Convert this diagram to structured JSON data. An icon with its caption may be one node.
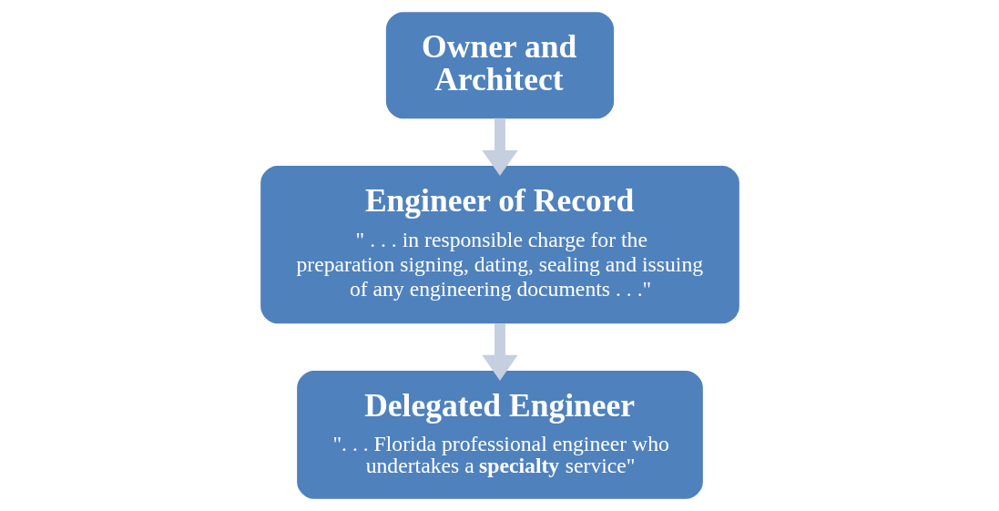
{
  "diagram": {
    "nodes": [
      {
        "text": [
          "Owner and Architect"
        ]
      },
      {
        "text": [
          "Engineer of Record",
          "\" . . . in responsible charge for the preparation signing, dating, sealing and issuing of any engineering documents . . .\""
        ]
      },
      {
        "text": [
          "Delegated Engineer",
          "\". . . Florida professional engineer who undertakes a **specialty** service\""
        ]
      }
    ],
    "edges": [
      {
        "from": 0,
        "to": 1,
        "arrow": "to"
      },
      {
        "from": 1,
        "to": 2,
        "arrow": "to"
      }
    ]
  }
}
